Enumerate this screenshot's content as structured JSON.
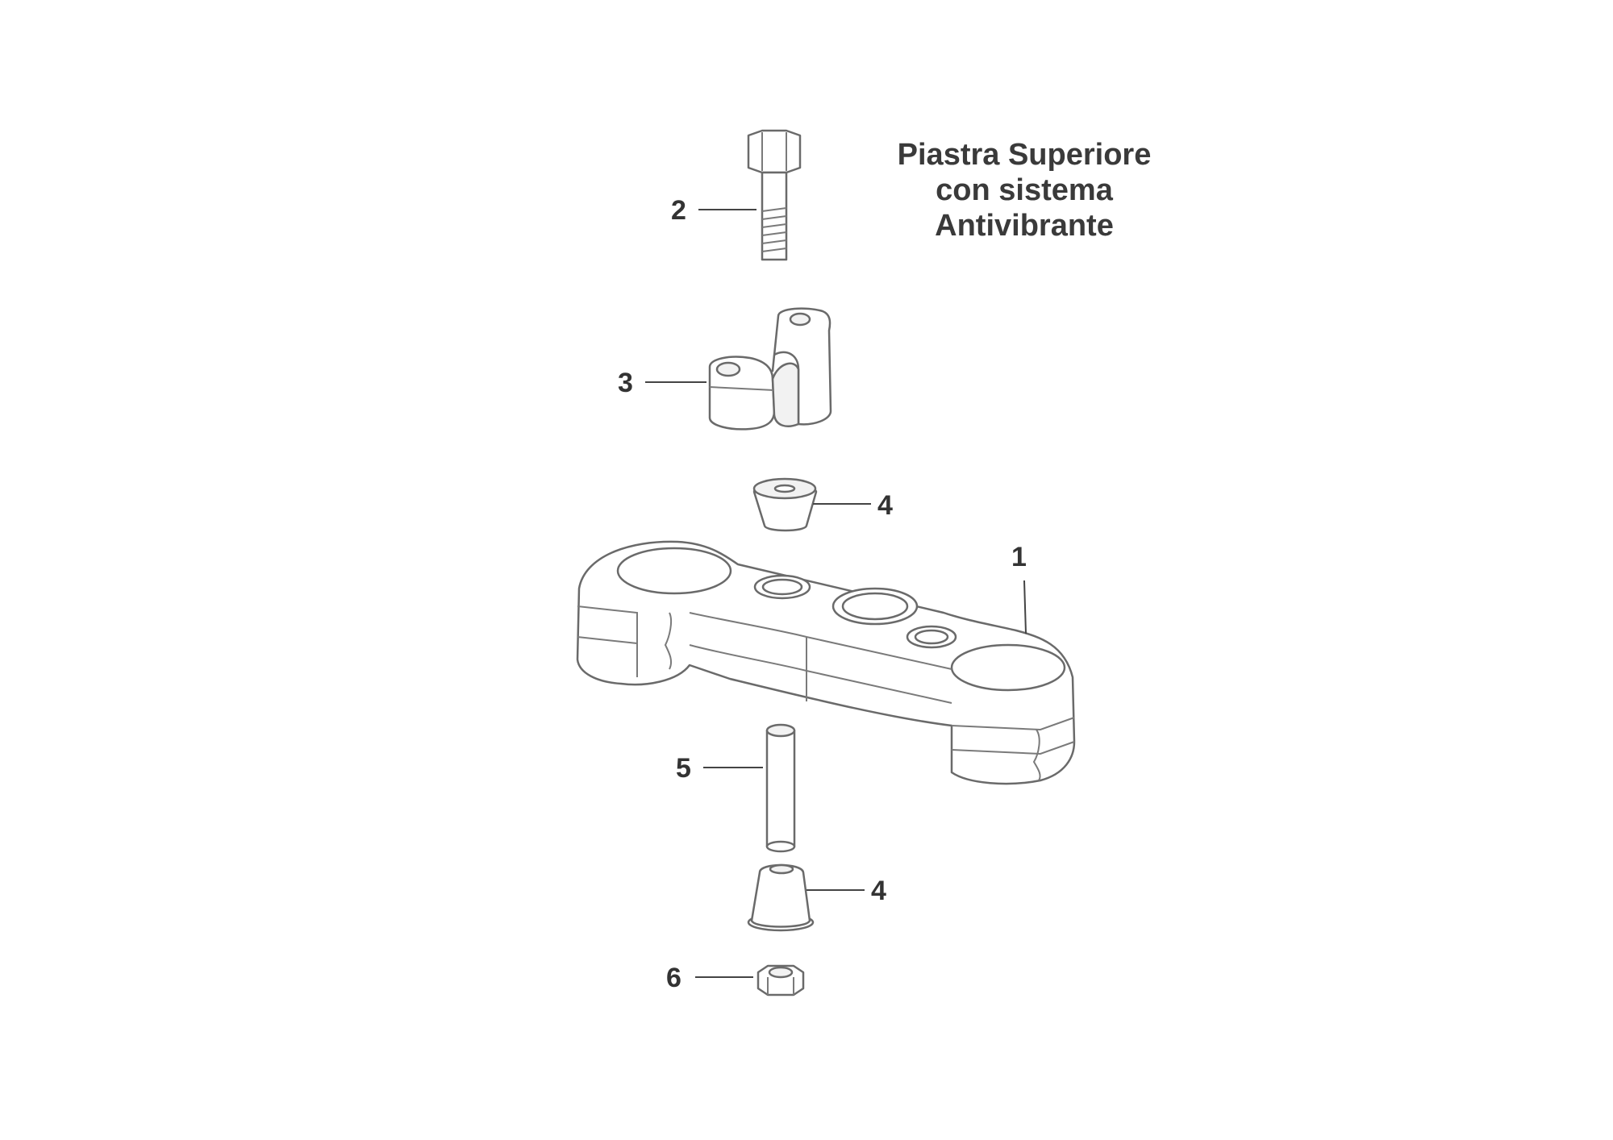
{
  "title": {
    "line1": "Piastra Superiore",
    "line2": "con sistema",
    "line3": "Antivibrante"
  },
  "callouts": [
    {
      "id": "plate",
      "label": "1"
    },
    {
      "id": "bolt",
      "label": "2"
    },
    {
      "id": "handlebar-clamp",
      "label": "3"
    },
    {
      "id": "upper-bushing",
      "label": "4"
    },
    {
      "id": "spacer-tube",
      "label": "5"
    },
    {
      "id": "lower-bushing",
      "label": "4"
    },
    {
      "id": "nut",
      "label": "6"
    }
  ]
}
